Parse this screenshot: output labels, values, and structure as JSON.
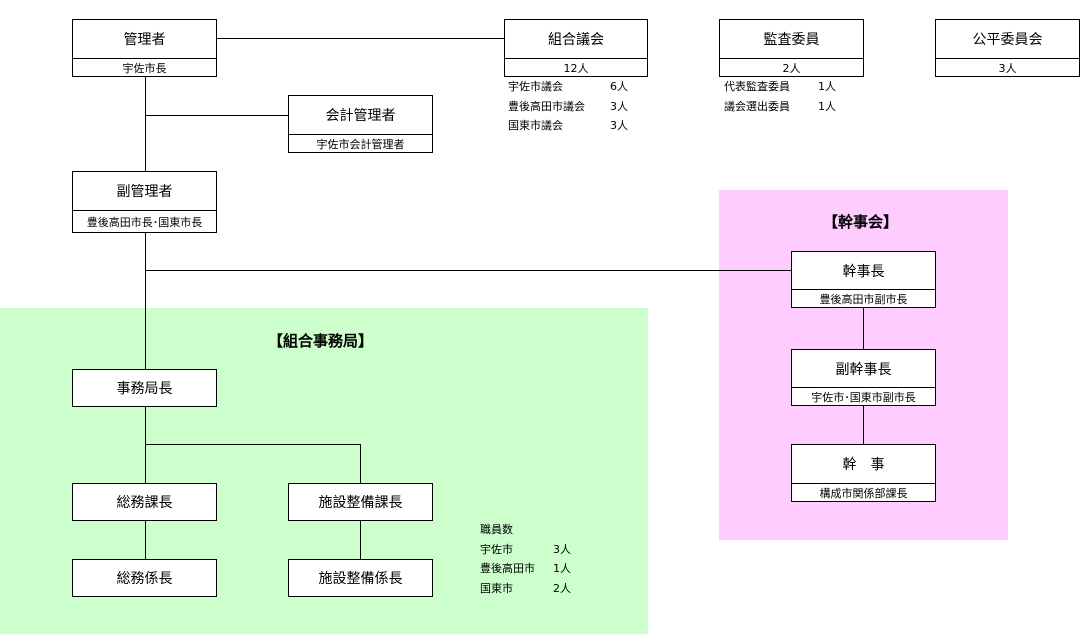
{
  "colors": {
    "secretariat_bg": "#ccffcc",
    "kanji_bg": "#ffccff",
    "line": "#000000"
  },
  "regions": {
    "secretariat_title": "【組合事務局】",
    "kanji_title": "【幹事会】"
  },
  "boxes": {
    "kanrisha": {
      "title": "管理者",
      "sub": "宇佐市長"
    },
    "kumiai_gikai": {
      "title": "組合議会",
      "sub": "12人"
    },
    "kansa_iin": {
      "title": "監査委員",
      "sub": "2人"
    },
    "kohei_iinkai": {
      "title": "公平委員会",
      "sub": "3人"
    },
    "kaikei_kanrisha": {
      "title": "会計管理者",
      "sub": "宇佐市会計管理者"
    },
    "fuku_kanrisha": {
      "title": "副管理者",
      "sub": "豊後高田市長･国東市長"
    },
    "kanjicho": {
      "title": "幹事長",
      "sub": "豊後高田市副市長"
    },
    "fuku_kanjicho": {
      "title": "副幹事長",
      "sub": "宇佐市･国東市副市長"
    },
    "kanji": {
      "title": "幹　事",
      "sub": "構成市関係部課長"
    },
    "jimukyokucho": {
      "title": "事務局長"
    },
    "somu_kacho": {
      "title": "総務課長"
    },
    "shisetsu_kacho": {
      "title": "施設整備課長"
    },
    "somu_kakaricho": {
      "title": "総務係長"
    },
    "shisetsu_kakaricho": {
      "title": "施設整備係長"
    }
  },
  "notes": {
    "gikai_members": [
      {
        "name": "宇佐市議会",
        "count": "6人"
      },
      {
        "name": "豊後高田市議会",
        "count": "3人"
      },
      {
        "name": "国東市議会",
        "count": "3人"
      }
    ],
    "kansa_members": [
      {
        "name": "代表監査委員",
        "count": "1人"
      },
      {
        "name": "議会選出委員",
        "count": "1人"
      }
    ],
    "staff": {
      "heading": "職員数",
      "rows": [
        {
          "name": "宇佐市",
          "count": "3人"
        },
        {
          "name": "豊後高田市",
          "count": "1人"
        },
        {
          "name": "国東市",
          "count": "2人"
        }
      ]
    }
  }
}
